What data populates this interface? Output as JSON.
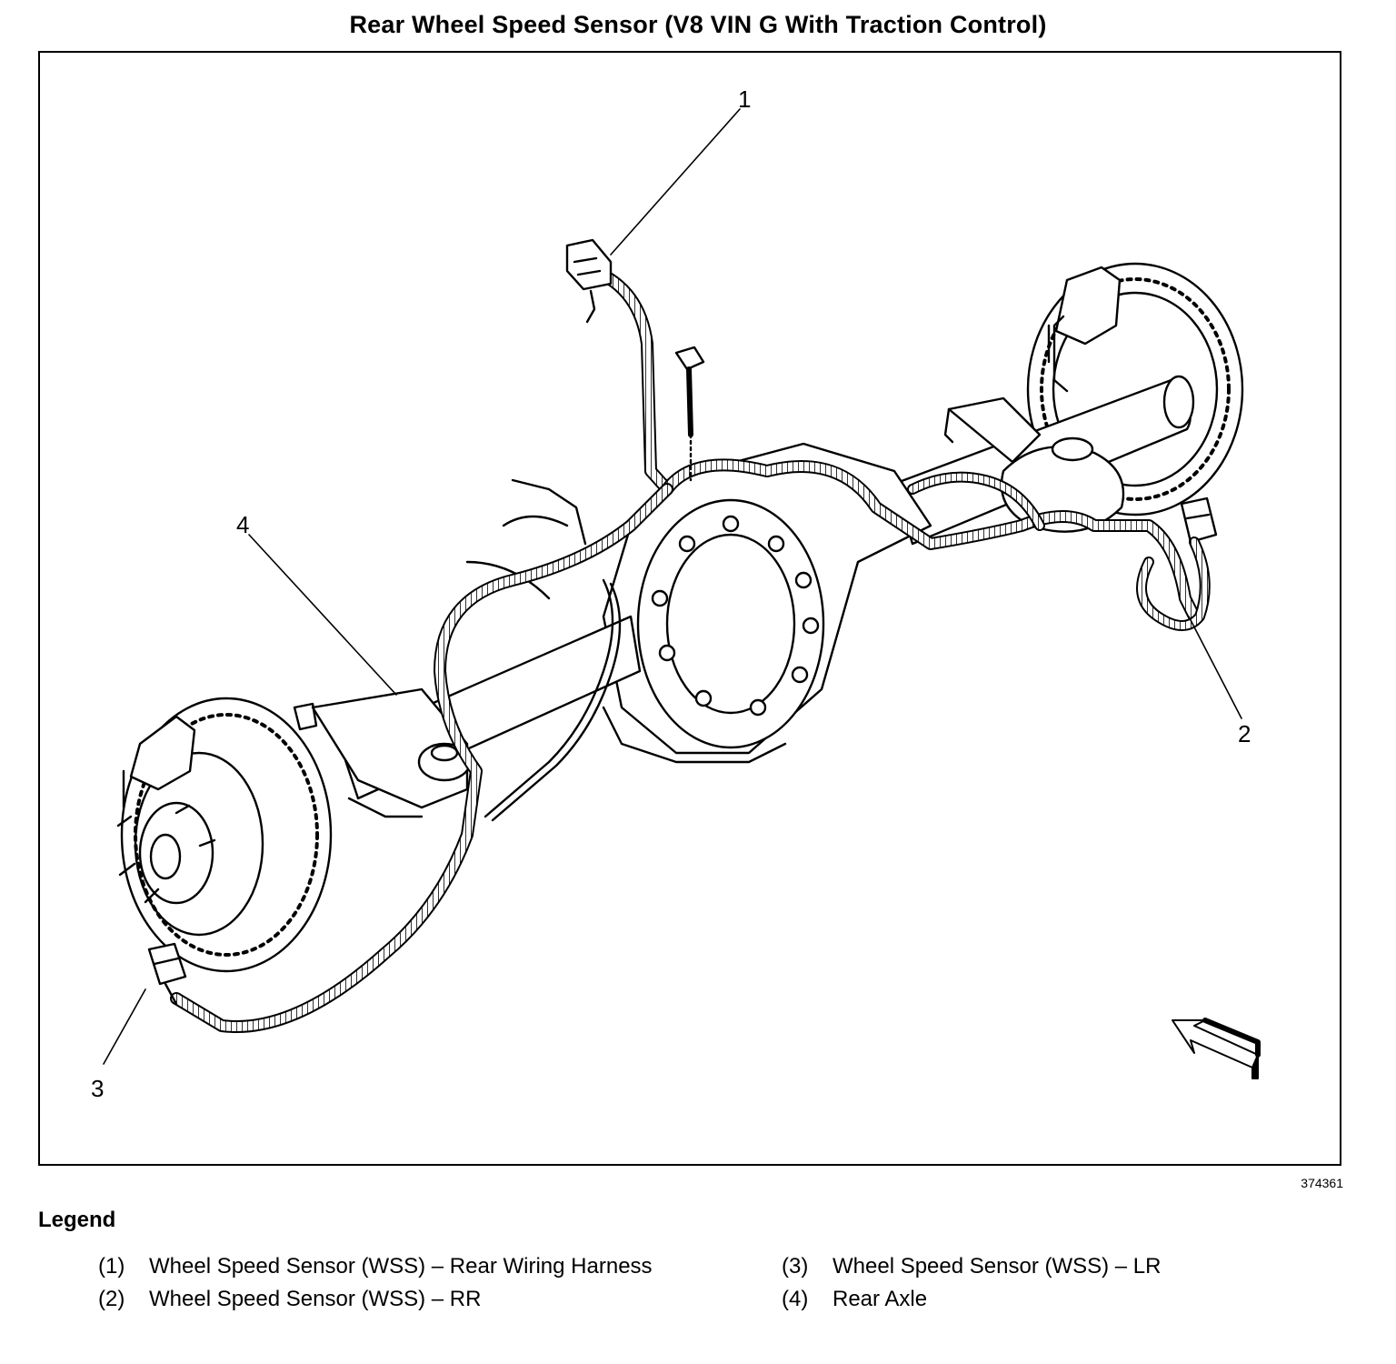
{
  "title": "Rear Wheel Speed Sensor (V8 VIN G With Traction Control)",
  "figure_id": "374361",
  "callouts": [
    "1",
    "2",
    "3",
    "4"
  ],
  "legend": {
    "heading": "Legend",
    "items": [
      {
        "num": "(1)",
        "text": "Wheel Speed Sensor (WSS) – Rear Wiring Harness"
      },
      {
        "num": "(2)",
        "text": "Wheel Speed Sensor (WSS) – RR"
      },
      {
        "num": "(3)",
        "text": "Wheel Speed Sensor (WSS) – LR"
      },
      {
        "num": "(4)",
        "text": "Rear Axle"
      }
    ]
  }
}
